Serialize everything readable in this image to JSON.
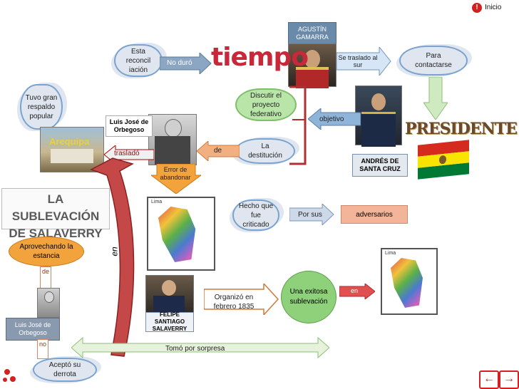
{
  "nav": {
    "inicio": "Inicio"
  },
  "title": "LA SUBLEVACIÓN DE SALAVERRY",
  "nodes": {
    "gamarra": "AGUSTÍN GAMARRA",
    "esta_reconciliacion": "Esta reconcil iación",
    "no_duro": "No duró",
    "tiempo": "tiempo",
    "se_traslado": "Se traslado al sur",
    "para_contactarse": "Para contactarse",
    "presidente": "PRESIDENTE",
    "discutir": "Discutir el proyecto federativo",
    "objetivo": "objetivo",
    "tuvo_respaldo": "Tuvo gran respaldo popular",
    "orbegoso_top": "Luis José de Orbegoso",
    "arequipa": "Arequipa",
    "la_destitucion": "La destitución",
    "de": "de",
    "traslado": "trasladó",
    "error": "Error de abandonar",
    "santa_cruz": "ANDRÉS DE SANTA CRUZ",
    "lima_map": "Lima",
    "hecho": "Hecho que fue criticado",
    "por_sus": "Por sus",
    "adversarios": "adversarios",
    "aprovechando": "Aprovechando la estancia",
    "en_vertical": "en",
    "de_vertical": "de",
    "orbegoso_bottom": "Luis José de Orbegoso",
    "no_vertical": "no",
    "acepto": "Aceptó su derrota",
    "salaverry": "FELIPE SANTIAGO SALAVERRY",
    "organizo": "Organizó en febrero 1835",
    "exitosa": "Una exitosa sublevación",
    "en_small": "en",
    "lima_map2": "Lima",
    "tomo": "Tomó por sorpresa"
  }
}
